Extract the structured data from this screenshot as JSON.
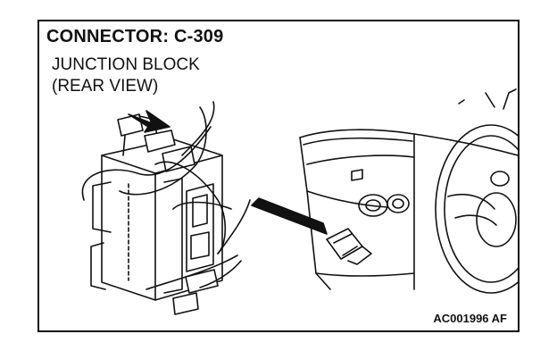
{
  "title": "CONNECTOR: C-309",
  "label_line1": "JUNCTION BLOCK",
  "label_line2": "(REAR VIEW)",
  "figure_code": "AC001996 AF"
}
